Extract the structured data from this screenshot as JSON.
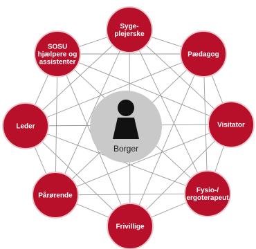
{
  "colors": {
    "node_fill": "#b8102a",
    "node_stroke": "#e7c7cc",
    "center_fill": "#c9c9c9",
    "line_color": "#9a9a9a",
    "person_color": "#111111"
  },
  "center": {
    "label": "Borger",
    "icon": "person-icon"
  },
  "nodes": [
    {
      "id": "sygeplejerske",
      "label_lines": [
        "Syge-",
        "plejerske"
      ]
    },
    {
      "id": "paedagog",
      "label_lines": [
        "Pædagog"
      ]
    },
    {
      "id": "visitator",
      "label_lines": [
        "Visitator"
      ]
    },
    {
      "id": "fysio-ergoterapeut",
      "label_lines": [
        "Fysio-/",
        "ergoterapeut"
      ]
    },
    {
      "id": "frivillige",
      "label_lines": [
        "Frivillige"
      ]
    },
    {
      "id": "paarorende",
      "label_lines": [
        "Pårørende"
      ]
    },
    {
      "id": "leder",
      "label_lines": [
        "Leder"
      ]
    },
    {
      "id": "sosu",
      "label_lines": [
        "SOSU",
        "hjælpere og",
        "assistenter"
      ]
    }
  ]
}
